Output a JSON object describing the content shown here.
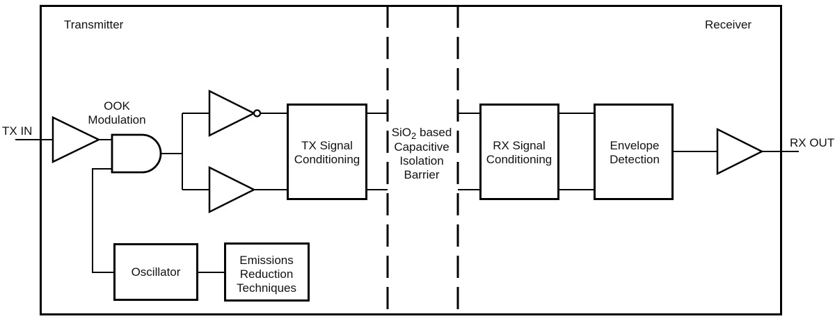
{
  "diagram": {
    "transmitter_label": "Transmitter",
    "receiver_label": "Receiver",
    "tx_in_label": "TX IN",
    "rx_out_label": "RX OUT",
    "ook": {
      "line1": "OOK",
      "line2": "Modulation"
    },
    "blocks": {
      "tx_signal_conditioning": {
        "line1": "TX Signal",
        "line2": "Conditioning"
      },
      "rx_signal_conditioning": {
        "line1": "RX Signal",
        "line2": "Conditioning"
      },
      "envelope_detection": {
        "line1": "Envelope",
        "line2": "Detection"
      },
      "oscillator": {
        "label": "Oscillator"
      },
      "emissions_reduction": {
        "line1": "Emissions",
        "line2": "Reduction",
        "line3": "Techniques"
      }
    },
    "isolation_barrier": {
      "line1_prefix": "SiO",
      "line1_subscript": "2",
      "line1_suffix": " based",
      "line2": "Capacitive",
      "line3": "Isolation",
      "line4": "Barrier"
    },
    "colors": {
      "stroke": "#000000",
      "background": "#ffffff",
      "text": "#111111"
    }
  }
}
